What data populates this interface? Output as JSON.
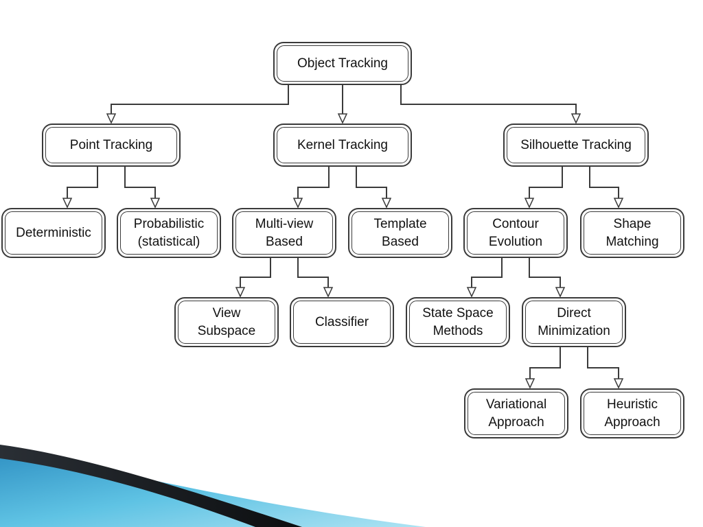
{
  "theme": {
    "accent_light": "#5fc3e4",
    "accent_dark": "#111418",
    "node_border": "#3a3a3a"
  },
  "nodes": {
    "object_tracking": "Object Tracking",
    "point_tracking": "Point Tracking",
    "kernel_tracking": "Kernel Tracking",
    "silhouette_tracking": "Silhouette Tracking",
    "deterministic": "Deterministic",
    "probabilistic": "Probabilistic\n(statistical)",
    "multi_view": "Multi-view\nBased",
    "template_based": "Template\nBased",
    "contour_evolution": "Contour\nEvolution",
    "shape_matching": "Shape\nMatching",
    "view_subspace": "View\nSubspace",
    "classifier": "Classifier",
    "state_space": "State Space\nMethods",
    "direct_minimization": "Direct\nMinimization",
    "variational": "Variational\nApproach",
    "heuristic": "Heuristic\nApproach"
  },
  "edges": [
    [
      "object_tracking",
      "point_tracking"
    ],
    [
      "object_tracking",
      "kernel_tracking"
    ],
    [
      "object_tracking",
      "silhouette_tracking"
    ],
    [
      "point_tracking",
      "deterministic"
    ],
    [
      "point_tracking",
      "probabilistic"
    ],
    [
      "kernel_tracking",
      "multi_view"
    ],
    [
      "kernel_tracking",
      "template_based"
    ],
    [
      "silhouette_tracking",
      "contour_evolution"
    ],
    [
      "silhouette_tracking",
      "shape_matching"
    ],
    [
      "multi_view",
      "view_subspace"
    ],
    [
      "multi_view",
      "classifier"
    ],
    [
      "contour_evolution",
      "state_space"
    ],
    [
      "contour_evolution",
      "direct_minimization"
    ],
    [
      "direct_minimization",
      "variational"
    ],
    [
      "direct_minimization",
      "heuristic"
    ]
  ]
}
